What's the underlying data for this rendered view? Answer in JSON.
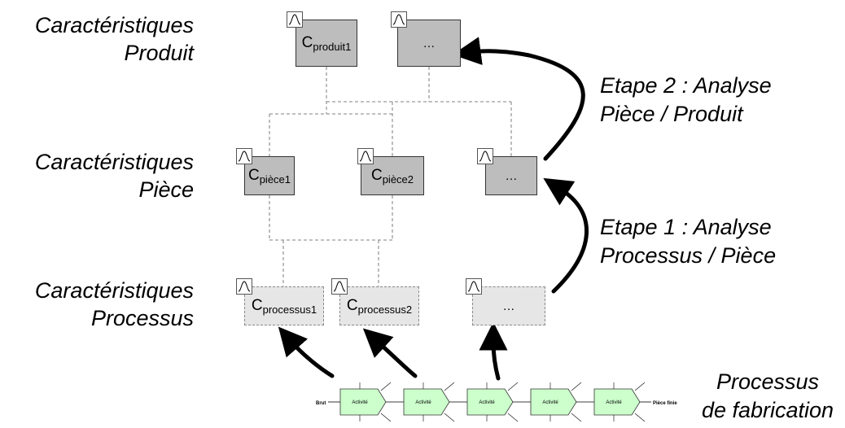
{
  "rows": {
    "produit": [
      "Caractéristiques",
      "Produit"
    ],
    "piece": [
      "Caractéristiques",
      "Pièce"
    ],
    "processus": [
      "Caractéristiques",
      "Processus"
    ]
  },
  "steps": {
    "etape2": [
      "Etape 2 : Analyse",
      "Pièce / Produit"
    ],
    "etape1": [
      "Etape 1 : Analyse",
      "Processus / Pièce"
    ]
  },
  "fabrication": [
    "Processus",
    "de fabrication"
  ],
  "boxes": {
    "produit1": {
      "base": "C",
      "sub": "produit1"
    },
    "produit_more": "…",
    "piece1": {
      "base": "C",
      "sub": "pièce1"
    },
    "piece2": {
      "base": "C",
      "sub": "pièce2"
    },
    "piece_more": "…",
    "processus1": {
      "base": "C",
      "sub": "processus1"
    },
    "processus2": {
      "base": "C",
      "sub": "processus2"
    },
    "processus_more": "…"
  },
  "chain": {
    "input": "Brut",
    "output": "Pièce finie",
    "activities": [
      "Activité",
      "Activité",
      "Activité",
      "Activité",
      "Activité"
    ]
  },
  "colors": {
    "solid_box": "#bdbdbd",
    "dashed_box": "#e6e6e6",
    "activity_fill": "#ccffcc",
    "connector": "#9a9a9a"
  },
  "icons": {
    "distribution": "distribution-curve-icon"
  }
}
